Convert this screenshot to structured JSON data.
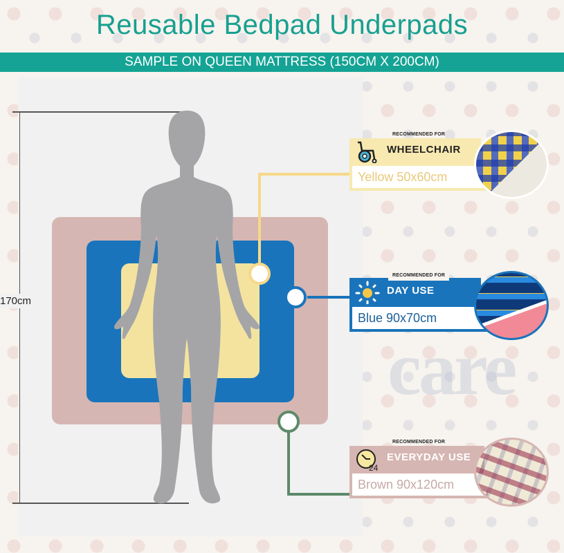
{
  "header": {
    "title": "Reusable Bedpad Underpads",
    "subtitle": "SAMPLE ON QUEEN MATTRESS (150CM X 200CM)"
  },
  "diagram": {
    "height_label": "170cm",
    "watermark": "care"
  },
  "colors": {
    "teal": "#14a394",
    "yellow": "#f4e39f",
    "blue": "#1a74bb",
    "brown": "#d6b6b2",
    "green_line": "#5e8a6a",
    "silhouette": "#a5a5a8"
  },
  "products": [
    {
      "recommended_label": "RECOMMENDED FOR",
      "use": "WHEELCHAIR",
      "icon": "wheelchair-icon",
      "value": "Yellow 50x60cm"
    },
    {
      "recommended_label": "RECOMMENDED FOR",
      "use": "DAY USE",
      "icon": "sun-icon",
      "value": "Blue 90x70cm"
    },
    {
      "recommended_label": "RECOMMENDED FOR",
      "use": "EVERYDAY USE",
      "icon": "clock-24-icon",
      "value": "Brown 90x120cm"
    }
  ]
}
